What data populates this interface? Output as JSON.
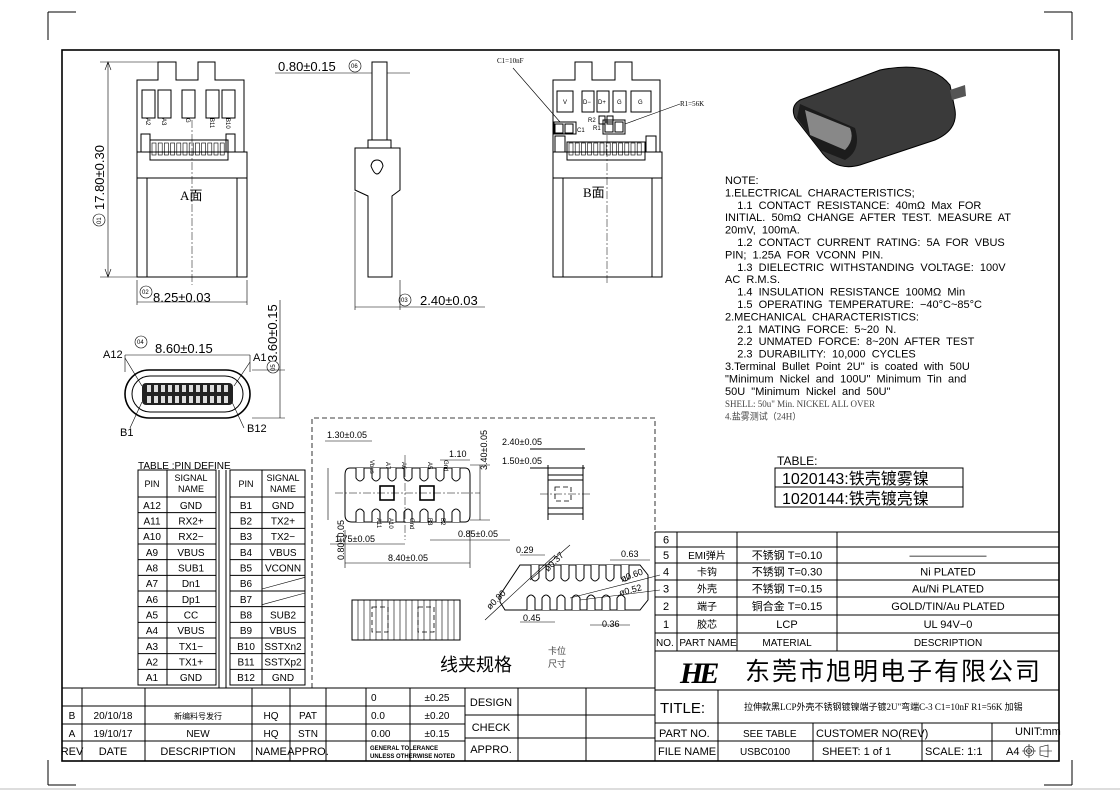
{
  "drawing": {
    "view_a_label": "A面",
    "view_b_label": "B面",
    "view_a_pin_labels": [
      "A2",
      "A3",
      "G",
      "B11",
      "B10"
    ],
    "view_b_pad_labels": [
      "V",
      "D−",
      "D+",
      "G",
      "G"
    ],
    "components": {
      "c1": "C1",
      "r1": "R1",
      "r2": "R2",
      "c1_callout": "C1=10nF",
      "r1_callout": "R1=56K"
    },
    "dims": {
      "length": "17.80±0.30",
      "width": "8.25±0.03",
      "tab_thickness": "0.80±0.15",
      "side_width": "2.40±0.03",
      "opening_width": "8.60±0.15",
      "opening_height": "3.60±0.15"
    },
    "balloons": [
      "01",
      "02",
      "03",
      "04",
      "05",
      "06"
    ],
    "end_labels": {
      "a12": "A12",
      "a1": "A1",
      "b1": "B1",
      "b12": "B12"
    }
  },
  "clip": {
    "title": "线夹规格",
    "note_line1": "卡位",
    "note_line2": "尺寸",
    "top_pin_labels": [
      "Vbus",
      "A7",
      "A6",
      "A5",
      "Gnd"
    ],
    "bottom_pin_labels": [
      "A11",
      "A10",
      "Gnd",
      "B3",
      "B2"
    ],
    "dims": {
      "d1": "1.30±0.05",
      "d2": "1.10",
      "d3": "3.40±0.05",
      "d4": "2.40±0.05",
      "d5": "1.50±0.05",
      "d6": "0.80±0.05",
      "d7": "1.75±0.05",
      "d8": "8.40±0.05",
      "d9": "0.85±0.05",
      "d10": "0.29",
      "d11": "ø0.37",
      "d12": "0.63",
      "d13": "ø0.60",
      "d14": "ø0.52",
      "d15": "ø0.80",
      "d16": "0.45",
      "d17": "0.36"
    }
  },
  "notes": [
    "NOTE:",
    "1.ELECTRICAL  CHARACTERISTICS;",
    "    1.1  CONTACT  RESISTANCE:  40mΩ  Max  FOR",
    "INITIAL.  50mΩ  CHANGE  AFTER  TEST.  MEASURE  AT",
    "20mV,  100mA.",
    "    1.2  CONTACT  CURRENT  RATING:  5A  FOR  VBUS",
    "PIN;  1.25A  FOR  VCONN  PIN.",
    "    1.3  DIELECTRIC  WITHSTANDING  VOLTAGE:  100V",
    "AC  R.M.S.",
    "    1.4  INSULATION  RESISTANCE  100MΩ  Min",
    "    1.5  OPERATING  TEMPERATURE:  −40°C~85°C",
    "2.MECHANICAL  CHARACTERISTICS:",
    "    2.1  MATING  FORCE:  5~20  N.",
    "    2.2  UNMATED  FORCE:  8~20N  AFTER  TEST",
    "    2.3  DURABILITY:  10,000  CYCLES",
    "3.Terminal  Bullet  Point  2U\"  is  coated  with  50U",
    "\"Minimum  Nickel  and  100U\"  Minimum  Tin  and",
    "50U  \"Minimum  Nickel  and  50U\"",
    "SHELL: 50u\" Min. NICKEL ALL OVER",
    "4.盐雾测试（24H）"
  ],
  "variant_table": {
    "title": "TABLE:",
    "rows": [
      "1020143:铁壳镀雾镍",
      "1020144:铁壳镀亮镍"
    ]
  },
  "pin_table": {
    "title": "TABLE :PIN DEFINE",
    "headers": [
      "PIN",
      "SIGNAL NAME",
      "PIN",
      "SIGNAL NAME"
    ],
    "rows": [
      [
        "A12",
        "GND",
        "B1",
        "GND"
      ],
      [
        "A11",
        "RX2+",
        "B2",
        "TX2+"
      ],
      [
        "A10",
        "RX2−",
        "B3",
        "TX2−"
      ],
      [
        "A9",
        "VBUS",
        "B4",
        "VBUS"
      ],
      [
        "A8",
        "SUB1",
        "B5",
        "VCONN"
      ],
      [
        "A7",
        "Dn1",
        "B6",
        ""
      ],
      [
        "A6",
        "Dp1",
        "B7",
        ""
      ],
      [
        "A5",
        "CC",
        "B8",
        "SUB2"
      ],
      [
        "A4",
        "VBUS",
        "B9",
        "VBUS"
      ],
      [
        "A3",
        "TX1−",
        "B10",
        "SSTXn2"
      ],
      [
        "A2",
        "TX1+",
        "B11",
        "SSTXp2"
      ],
      [
        "A1",
        "GND",
        "B12",
        "GND"
      ]
    ]
  },
  "parts_table": {
    "headers": [
      "NO.",
      "PART NAME",
      "MATERIAL",
      "DESCRIPTION"
    ],
    "rows": [
      [
        "6",
        "",
        "",
        ""
      ],
      [
        "5",
        "EMI弹片",
        "不锈钢  T=0.10",
        "———————"
      ],
      [
        "4",
        "卡钩",
        "不锈钢  T=0.30",
        "Ni  PLATED"
      ],
      [
        "3",
        "外壳",
        "不锈钢  T=0.15",
        "Au/Ni  PLATED"
      ],
      [
        "2",
        "端子",
        "铜合金  T=0.15",
        "GOLD/TIN/Au  PLATED"
      ],
      [
        "1",
        "胶芯",
        "LCP",
        "UL  94V−0"
      ]
    ]
  },
  "title_block": {
    "logo": "HE",
    "company": "东莞市旭明电子有限公司",
    "title_label": "TITLE:",
    "title": "拉伸款黑LCP外壳不锈钢镀镍端子镀2U\"弯端C-3 C1=10nF R1=56K 加锡",
    "part_no_label": "PART NO.",
    "part_no": "SEE TABLE",
    "customer_label": "CUSTOMER  NO(REV)",
    "customer": "",
    "unit": "UNIT:mm",
    "file_name_label": "FILE NAME",
    "file_name": "USBC0100",
    "sheet": "SHEET:  1   of   1",
    "scale": "SCALE: 1:1",
    "size": "A4"
  },
  "revision_block": {
    "headers": [
      "REV",
      "DATE",
      "DESCRIPTION",
      "NAME",
      "APPRO."
    ],
    "rows": [
      [
        "",
        "",
        "",
        "",
        ""
      ],
      [
        "B",
        "20/10/18",
        "新编料号发行",
        "HQ",
        "PAT"
      ],
      [
        "A",
        "19/10/17",
        "NEW",
        "HQ",
        "STN"
      ]
    ],
    "tolerances": [
      [
        "0",
        "±0.25"
      ],
      [
        "0.0",
        "±0.20"
      ],
      [
        "0.00",
        "±0.15"
      ]
    ],
    "tolerance_note_1": "GENERAL  TOLERANCE",
    "tolerance_note_2": "UNLESS  OTHERWISE  NOTED",
    "signoff": [
      "DESIGN",
      "CHECK",
      "APPRO."
    ]
  }
}
